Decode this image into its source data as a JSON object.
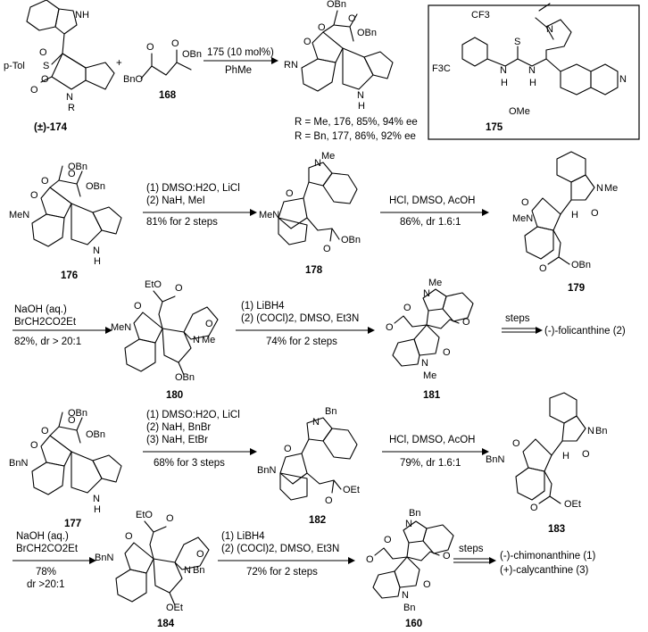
{
  "row1": {
    "compound_a": "(±)-174",
    "compound_b": "168",
    "plus": "+",
    "cond_top": "175 (10 mol%)",
    "cond_bottom": "PhMe",
    "result_1": "R = Me, 176, 85%, 94% ee",
    "result_2": "R = Bn, 177, 86%, 92% ee",
    "catalyst": "175",
    "atoms_174": [
      "NH",
      "p-Tol",
      "S",
      "O",
      "O",
      "O",
      "N",
      "R"
    ],
    "atoms_168": [
      "BnO",
      "O",
      "O",
      "OBn"
    ],
    "atoms_product": [
      "OBn",
      "OBn",
      "O",
      "O",
      "O",
      "RN",
      "N",
      "H"
    ],
    "atoms_cat": [
      "CF3",
      "F3C",
      "S",
      "N",
      "N",
      "H",
      "H",
      "N",
      "N",
      "OMe"
    ]
  },
  "row2": {
    "start": "176",
    "cond_1": "(1) DMSO:H2O, LiCl",
    "cond_2": "(2) NaH, MeI",
    "yield_1": "81% for 2 steps",
    "mid": "178",
    "cond_3": "HCl, DMSO, AcOH",
    "yield_2": "86%, dr 1.6:1",
    "end": "179",
    "atoms": [
      "OBn",
      "OBn",
      "O",
      "O",
      "O",
      "MeN",
      "N",
      "H",
      "Me",
      "N",
      "MeN",
      "O",
      "O",
      "OBn",
      "O",
      "MeN",
      "N",
      "Me",
      "H",
      "O",
      "O",
      "OBn"
    ]
  },
  "row3": {
    "cond_1": "NaOH (aq.)",
    "cond_2": "BrCH2CO2Et",
    "yield_1": "82%, dr > 20:1",
    "mid": "180",
    "cond_3": "(1) LiBH4",
    "cond_4": "(2) (COCl)2, DMSO, Et3N",
    "yield_2": "74% for 2 steps",
    "aldehyde": "181",
    "steps": "steps",
    "target": "(-)-folicanthine (2)",
    "atoms": [
      "EtO",
      "O",
      "MeN",
      "O",
      "N",
      "Me",
      "O",
      "OBn",
      "Me",
      "N",
      "O",
      "O",
      "O",
      "N",
      "Me",
      "O"
    ]
  },
  "row4": {
    "start": "177",
    "cond_1": "(1) DMSO:H2O, LiCl",
    "cond_2": "(2) NaH, BnBr",
    "cond_3": "(3) NaH, EtBr",
    "yield_1": "68% for 3 steps",
    "mid": "182",
    "cond_4": "HCl, DMSO, AcOH",
    "yield_2": "79%,  dr 1.6:1",
    "end": "183",
    "atoms": [
      "OBn",
      "OBn",
      "O",
      "O",
      "O",
      "BnN",
      "N",
      "H",
      "Bn",
      "N",
      "BnN",
      "O",
      "O",
      "OEt",
      "O",
      "BnN",
      "N",
      "Bn",
      "H",
      "O",
      "O",
      "OEt"
    ]
  },
  "row5": {
    "cond_1": "NaOH (aq.)",
    "cond_2": "BrCH2CO2Et",
    "yield_1": "78%",
    "yield_dr": "dr >20:1",
    "mid": "184",
    "cond_3": "(1) LiBH4",
    "cond_4": "(2) (COCl)2, DMSO, Et3N",
    "yield_2": "72% for 2 steps",
    "aldehyde": "160",
    "steps": "steps",
    "target_1": "(-)-chimonanthine (1)",
    "target_2": "(+)-calycanthine  (3)",
    "atoms": [
      "EtO",
      "O",
      "BnN",
      "O",
      "N",
      "Bn",
      "O",
      "OEt",
      "Bn",
      "N",
      "O",
      "O",
      "O",
      "N",
      "Bn",
      "O"
    ]
  }
}
